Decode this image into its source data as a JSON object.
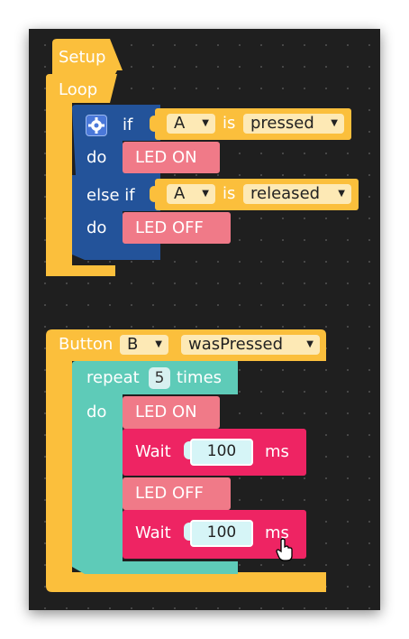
{
  "setup_block": {
    "label": "Setup"
  },
  "loop_block": {
    "label": "Loop"
  },
  "if_block": {
    "if_label": "if",
    "do_label_1": "do",
    "else_if_label": "else if",
    "do_label_2": "do",
    "cond1": {
      "button": "A",
      "is_label": "is",
      "state": "pressed"
    },
    "cond2": {
      "button": "A",
      "is_label": "is",
      "state": "released"
    },
    "gear_icon": "gear-icon"
  },
  "led_on_1": {
    "label": "LED ON"
  },
  "led_off_1": {
    "label": "LED OFF"
  },
  "button_event": {
    "label": "Button",
    "button": "B",
    "event": "wasPressed"
  },
  "repeat_block": {
    "repeat_label": "repeat",
    "count": "5",
    "times_label": "times",
    "do_label": "do"
  },
  "led_on_2": {
    "label": "LED ON"
  },
  "wait_1": {
    "label": "Wait",
    "value": "100",
    "unit": "ms"
  },
  "led_off_2": {
    "label": "LED OFF"
  },
  "wait_2": {
    "label": "Wait",
    "value": "100",
    "unit": "ms"
  },
  "colors": {
    "workspace": "#1f1f1f",
    "event_yellow": "#fbbf3c",
    "logic_blue": "#23539a",
    "led_pink": "#f07a88",
    "wait_red": "#ee2463",
    "loop_teal": "#5ecbb8",
    "dropdown_fill": "#fde9b5"
  }
}
